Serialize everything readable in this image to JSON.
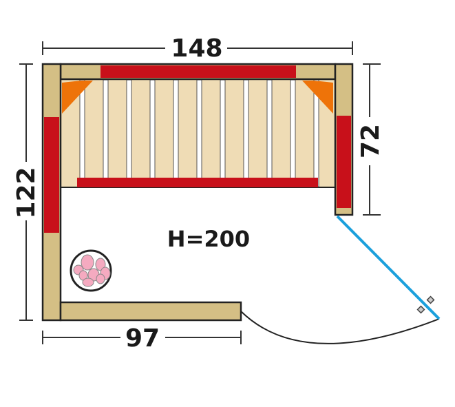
{
  "dimensions": {
    "width": "148",
    "depth": "122",
    "right_depth": "72",
    "front_width": "97",
    "height": "H=200"
  },
  "colors": {
    "wood": "#d4bf85",
    "bench": "#efdcb5",
    "heater_panel": "#c8101a",
    "corner_heater": "#ee7309",
    "glass_door": "#1ba0dc",
    "stones": "#f5aac0"
  },
  "bench_slats": 11
}
